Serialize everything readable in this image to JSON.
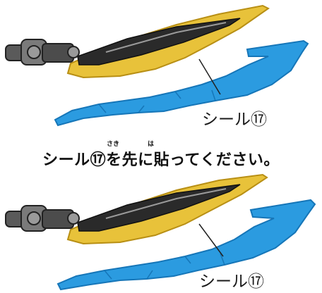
{
  "top_panel": {
    "sticker_label": "シール⑰"
  },
  "instruction": {
    "text": "シール⑰を先に貼ってください。",
    "ruby_saki": "さき",
    "ruby_ha": "は"
  },
  "bottom_panel": {
    "sticker_label": "シール⑰"
  },
  "colors": {
    "sticker_blue": "#2b9be0",
    "sticker_edge": "#1676b8",
    "blade_gold": "#e8c23a",
    "blade_edge": "#b88f14",
    "hilt_gray": "#5a5a5a",
    "blade_dark": "#2a2a2a"
  }
}
